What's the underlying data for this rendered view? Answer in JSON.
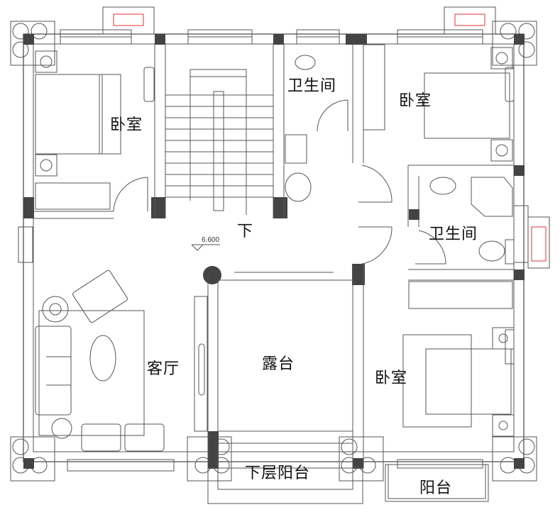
{
  "plan": {
    "title": "二层平面图",
    "elevation_mark": "6.600",
    "stair_direction": "下",
    "rooms": [
      {
        "id": "bedroom-nw",
        "label": "卧室"
      },
      {
        "id": "bathroom-north",
        "label": "卫生间"
      },
      {
        "id": "bedroom-ne",
        "label": "卧室"
      },
      {
        "id": "bathroom-east",
        "label": "卫生间"
      },
      {
        "id": "living-room",
        "label": "客厅"
      },
      {
        "id": "terrace",
        "label": "露台"
      },
      {
        "id": "bedroom-se",
        "label": "卧室"
      },
      {
        "id": "lower-balcony",
        "label": "下层阳台"
      },
      {
        "id": "balcony",
        "label": "阳台"
      }
    ]
  },
  "colors": {
    "wall_line": "#444444",
    "column_fill": "#444444",
    "ac_unit_marker": "#e0303a",
    "background": "#ffffff"
  }
}
